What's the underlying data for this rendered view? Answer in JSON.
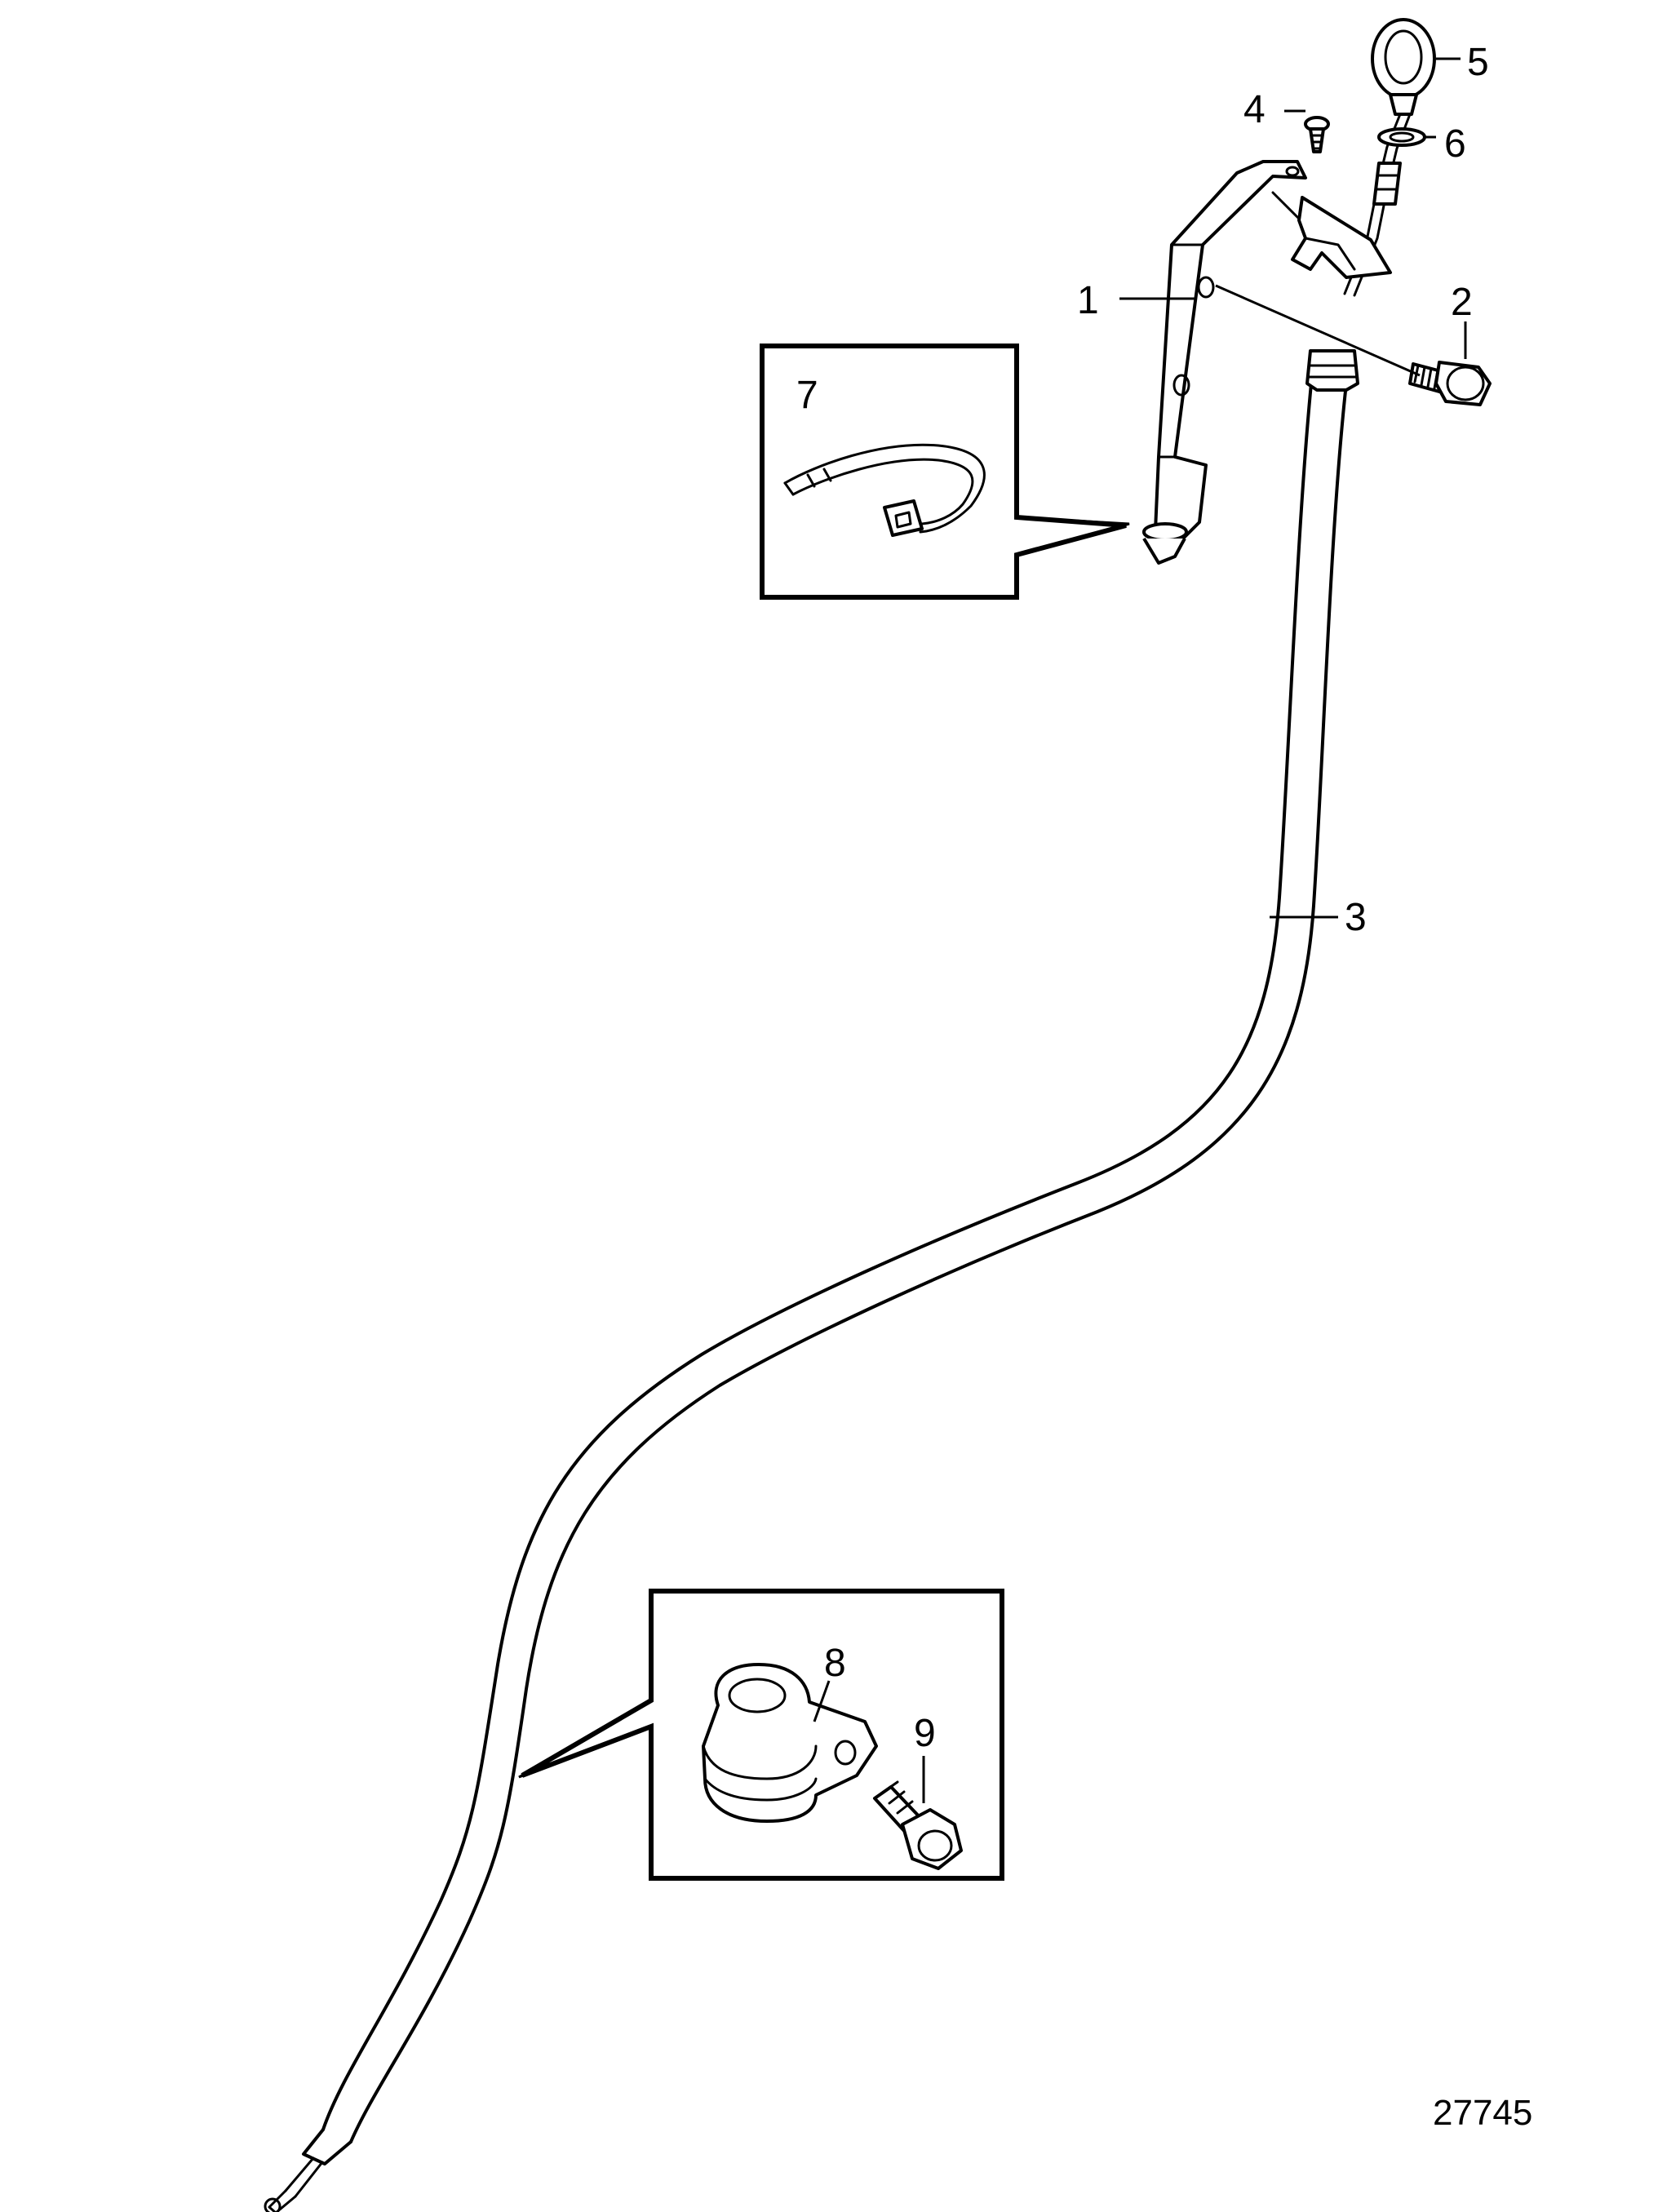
{
  "figure_number": "27745",
  "callouts": {
    "c1": "1",
    "c2": "2",
    "c3": "3",
    "c4": "4",
    "c5": "5",
    "c6": "6",
    "c7": "7",
    "c8": "8",
    "c9": "9"
  },
  "colors": {
    "line": "#000000",
    "background": "#ffffff"
  }
}
